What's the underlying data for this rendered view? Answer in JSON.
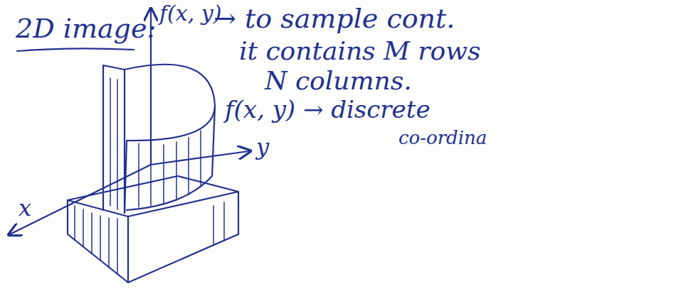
{
  "diagram": {
    "title": "2D image:",
    "labels": [
      "f(x, y)",
      "→ to sample cont.",
      "it contains M rows",
      "N columns.",
      "f(x, y) → discrete",
      "co-ordina",
      "x",
      "y"
    ]
  }
}
